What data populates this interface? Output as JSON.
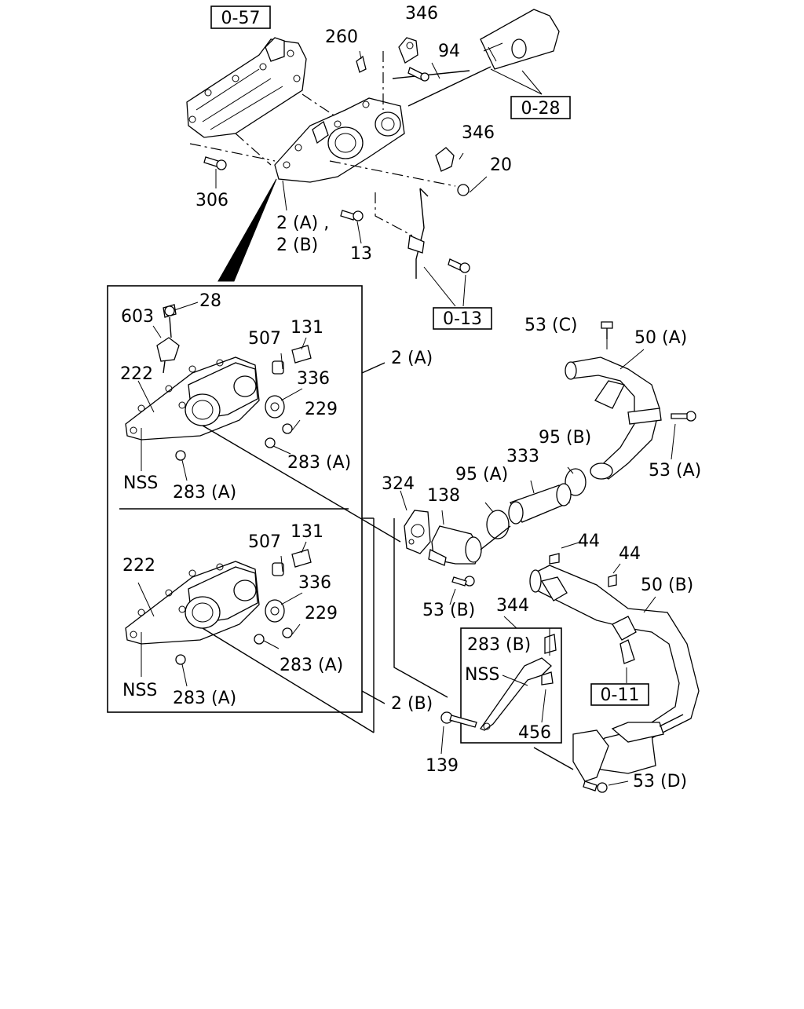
{
  "diagram": {
    "refs": {
      "r0_57": "0-57",
      "r0_28": "0-28",
      "r0_13": "0-13",
      "r0_11": "0-11"
    },
    "callouts": {
      "p346a": "346",
      "p94": "94",
      "p260": "260",
      "p346b": "346",
      "p20": "20",
      "p306": "306",
      "p2ab_1": "2 (A) ,",
      "p2ab_2": "2 (B)",
      "p13": "13",
      "p28": "28",
      "p603": "603",
      "p507a": "507",
      "p131a": "131",
      "p222a": "222",
      "p336a": "336",
      "p229a": "229",
      "p283a_1": "283 (A)",
      "p283a_2": "283 (A)",
      "pnss_1": "NSS",
      "p2a": "2 (A)",
      "p507b": "507",
      "p131b": "131",
      "p222b": "222",
      "p336b": "336",
      "p229b": "229",
      "p283a_3": "283 (A)",
      "p283a_4": "283 (A)",
      "pnss_2": "NSS",
      "p2b": "2 (B)",
      "p53c": "53 (C)",
      "p50a": "50 (A)",
      "p95b": "95 (B)",
      "p333": "333",
      "p95a": "95 (A)",
      "p324": "324",
      "p138": "138",
      "p53a": "53 (A)",
      "p53b": "53 (B)",
      "p44a": "44",
      "p44b": "44",
      "p50b": "50 (B)",
      "p344": "344",
      "p283b": "283 (B)",
      "pnss_3": "NSS",
      "p456": "456",
      "p139": "139",
      "p53d": "53 (D)"
    }
  }
}
